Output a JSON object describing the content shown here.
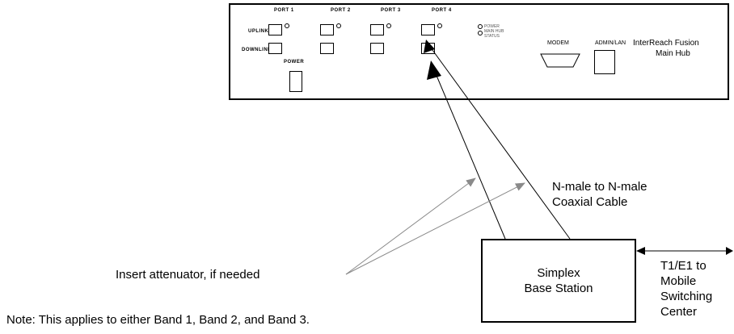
{
  "panel": {
    "port_labels": [
      "PORT 1",
      "PORT 2",
      "PORT 3",
      "PORT 4"
    ],
    "uplink_label": "UPLINK",
    "downlink_label": "DOWNLINK",
    "power_label": "POWER",
    "status_leds": [
      "POWER",
      "MAIN HUB",
      "STATUS"
    ],
    "modem_label": "MODEM",
    "admin_lan_label": "ADMIN/LAN",
    "product_name_line1": "InterReach Fusion",
    "product_name_line2": "Main Hub"
  },
  "labels": {
    "cable_line1": "N-male to N-male",
    "cable_line2": "Coaxial Cable",
    "attenuator": "Insert attenuator, if needed",
    "base_station_line1": "Simplex",
    "base_station_line2": "Base Station",
    "t1_line1": "T1/E1 to",
    "t1_line2": "Mobile",
    "t1_line3": "Switching",
    "t1_line4": "Center",
    "note": "Note: This applies to either Band 1, Band 2, and Band 3."
  },
  "colors": {
    "line": "#000000",
    "attenuator_arrow": "#8a8a8a"
  }
}
